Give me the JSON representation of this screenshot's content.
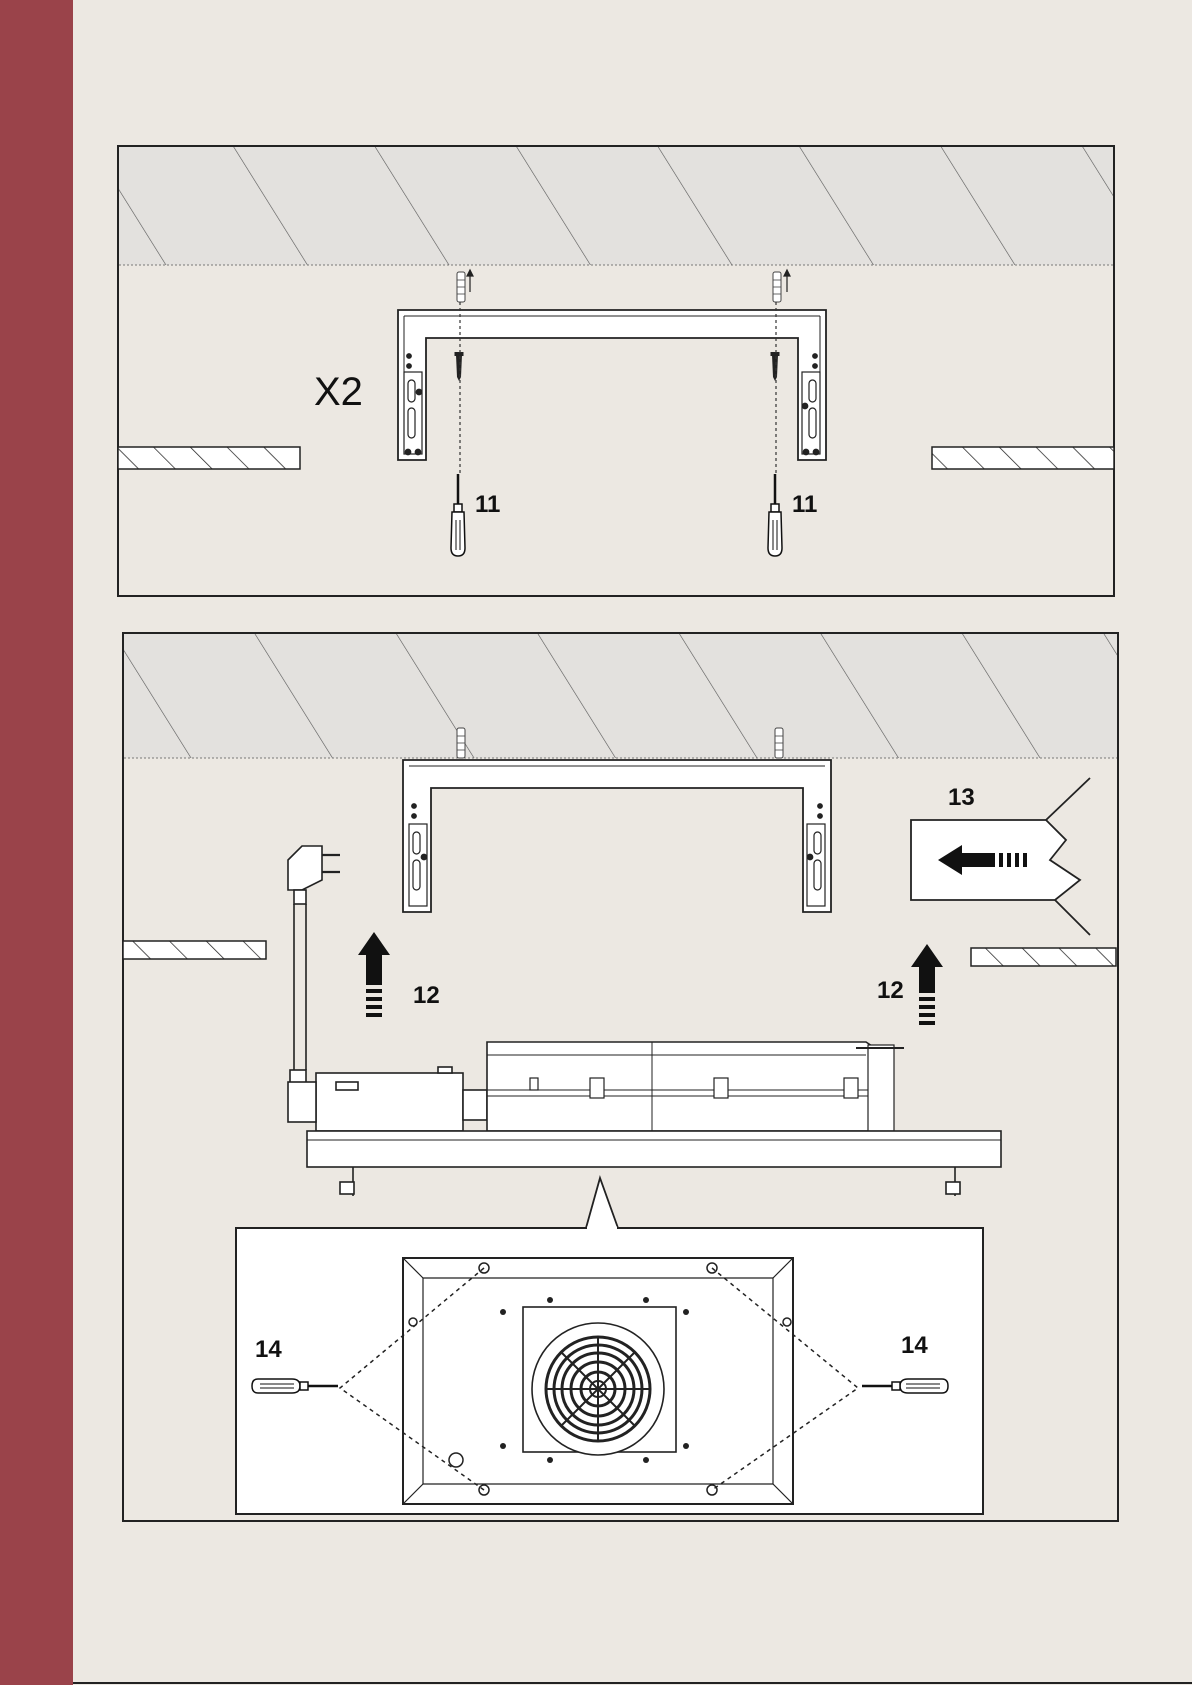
{
  "colors": {
    "sidebar": "#9a434a",
    "background": "#ece8e2",
    "ceiling": "#e3e1de",
    "ink": "#1a1a1a"
  },
  "figure_top": {
    "quantity": "X2",
    "screwdriver_left_label": "11",
    "screwdriver_right_label": "11"
  },
  "figure_bottom": {
    "arrow_left_label": "12",
    "arrow_right_label": "12",
    "slide_label": "13",
    "detail_left_label": "14",
    "detail_right_label": "14"
  },
  "icons": [
    "screwdriver-icon",
    "plug-icon",
    "arrow-up-icon",
    "arrow-left-icon",
    "fan-icon"
  ]
}
